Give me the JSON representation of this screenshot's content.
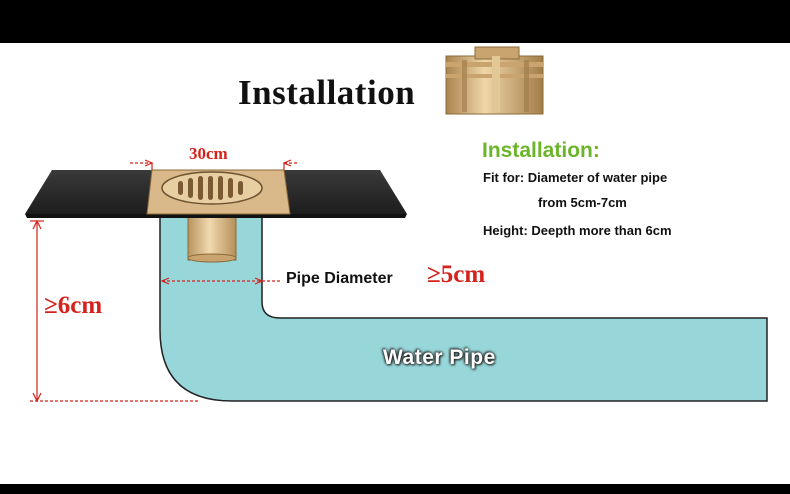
{
  "title": "Installation",
  "info": {
    "heading": "Installation:",
    "fit_for": "Fit for: Diameter of water pipe",
    "range": "from 5cm-7cm",
    "height": "Height: Deepth more than 6cm"
  },
  "labels": {
    "width": "30cm",
    "depth": "≥6cm",
    "pipe_diameter": "Pipe Diameter",
    "pipe_min": "≥5cm",
    "water_pipe": "Water Pipe"
  },
  "colors": {
    "pipe": "#97d7da",
    "tile": "#2b2b2b",
    "brass": "#d9b98a",
    "measure_red": "#d4221c",
    "heading_green": "#6cb52b"
  },
  "icons": [
    "floor-drain-product-icon",
    "floor-drain-grate-icon"
  ]
}
